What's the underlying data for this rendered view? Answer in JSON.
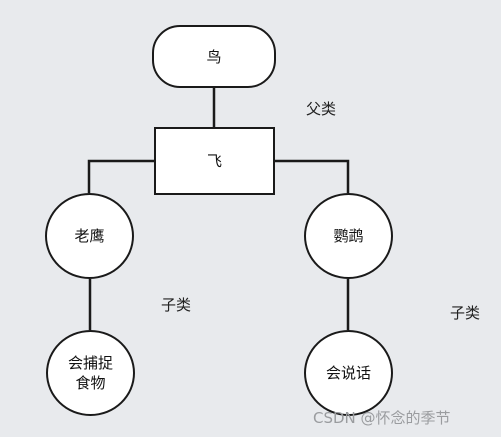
{
  "nodes": {
    "bird": "鸟",
    "fly": "飞",
    "eagle": "老鹰",
    "parrot": "鹦鹉",
    "catch_food": "会捕捉食物",
    "can_talk": "会说话"
  },
  "labels": {
    "parent_class": "父类",
    "child_class_left": "子类",
    "child_class_right": "子类"
  },
  "watermark": "CSDN @怀念的季节",
  "colors": {
    "background": "#e8eaed",
    "node_fill": "#ffffff",
    "stroke": "#1a1a1a"
  }
}
